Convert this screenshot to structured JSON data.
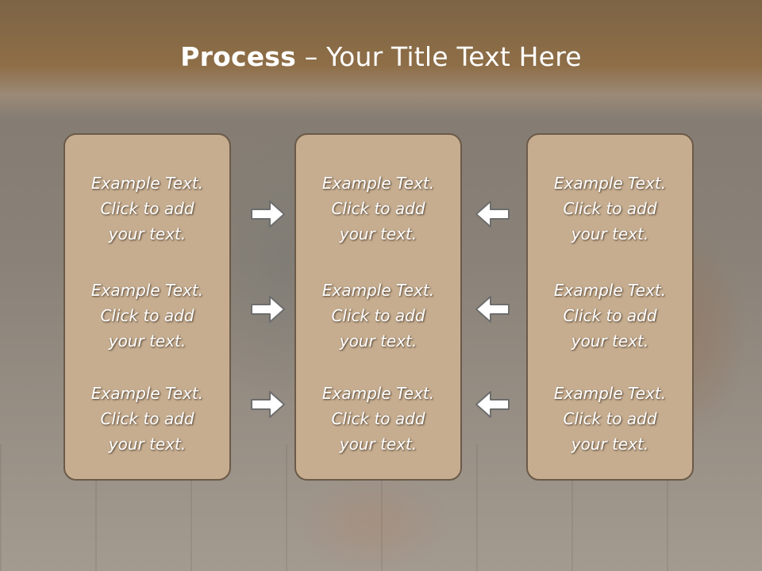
{
  "title": {
    "bold": "Process",
    "separator": " – ",
    "rest": "Your Title Text Here"
  },
  "columns": [
    {
      "blocks": [
        {
          "line1": "Example Text.",
          "line2": "Click  to add",
          "line3": "your text."
        },
        {
          "line1": "Example Text.",
          "line2": "Click  to add",
          "line3": "your text."
        },
        {
          "line1": "Example Text.",
          "line2": "Click  to add",
          "line3": "your text."
        }
      ]
    },
    {
      "blocks": [
        {
          "line1": "Example Text.",
          "line2": "Click  to add",
          "line3": "your text."
        },
        {
          "line1": "Example Text.",
          "line2": "Click  to add",
          "line3": "your text."
        },
        {
          "line1": "Example Text.",
          "line2": "Click  to add",
          "line3": "your text."
        }
      ]
    },
    {
      "blocks": [
        {
          "line1": "Example Text.",
          "line2": "Click  to add",
          "line3": "your text."
        },
        {
          "line1": "Example Text.",
          "line2": "Click  to add",
          "line3": "your text."
        },
        {
          "line1": "Example Text.",
          "line2": "Click  to add",
          "line3": "your text."
        }
      ]
    }
  ],
  "icons": {
    "right_arrow": "arrow-right-icon",
    "left_arrow": "arrow-left-icon"
  },
  "colors": {
    "header": "#8e6e47",
    "card": "#c6ad90",
    "card_border": "#6b5a48",
    "text": "#ffffff"
  }
}
